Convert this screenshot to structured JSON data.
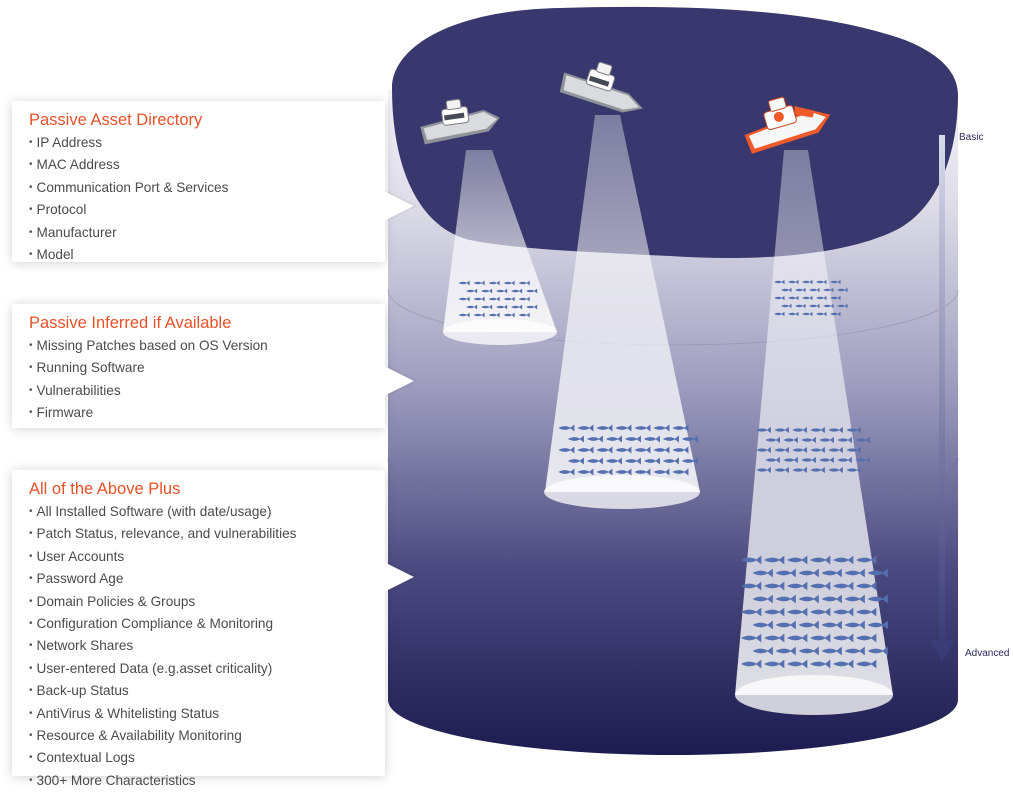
{
  "tiers": [
    {
      "title": "Passive Asset Directory",
      "items": [
        "IP Address",
        "MAC Address",
        "Communication Port & Services",
        "Protocol",
        "Manufacturer",
        "Model"
      ]
    },
    {
      "title": "Passive Inferred if Available",
      "items": [
        "Missing Patches based on OS Version",
        "Running Software",
        "Vulnerabilities",
        "Firmware"
      ]
    },
    {
      "title": "All of the Above Plus",
      "items": [
        "All Installed Software (with date/usage)",
        "Patch Status, relevance, and vulnerabilities",
        "User Accounts",
        "Password Age",
        "Domain Policies & Groups",
        "Configuration Compliance & Monitoring",
        "Network Shares",
        "User-entered Data (e.g.asset criticality)",
        "Back-up Status",
        "AntiVirus & Whitelisting Status",
        "Resource & Availability Monitoring",
        "Contextual Logs",
        "300+ More Characteristics"
      ]
    }
  ],
  "scale": {
    "top_label": "Basic",
    "bottom_label": "Advanced"
  },
  "illustration": {
    "boats": [
      {
        "name": "boat-gray-1",
        "color": "#8f939a"
      },
      {
        "name": "boat-gray-2",
        "color": "#8f939a"
      },
      {
        "name": "boat-orange",
        "color": "#f05a2a"
      }
    ]
  },
  "colors": {
    "accent": "#e8522b",
    "deep_navy": "#1c1c50",
    "water_surface": "#38386e",
    "fish": "#5470b0",
    "text": "#4b4b4b"
  }
}
